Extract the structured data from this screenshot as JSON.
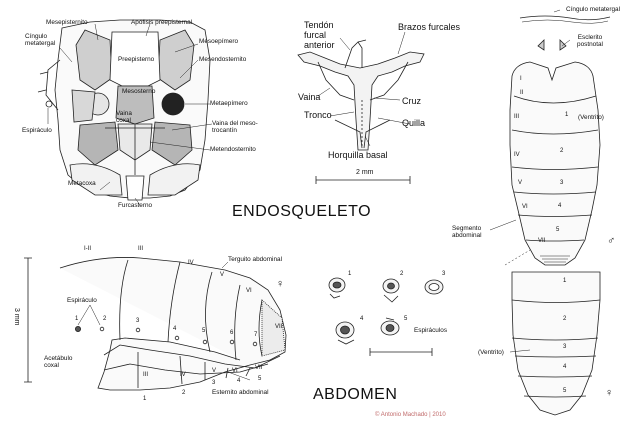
{
  "titles": {
    "endoskeleton": "ENDOSQUELETO",
    "abdomen": "ABDOMEN"
  },
  "credit": "© Antonio Machado | 2010",
  "thorax": {
    "labels": [
      "Mesepisternito",
      "Apófisis preepisternal",
      "Cíngulo metatergal",
      "Mesoepímero",
      "Preepisterno",
      "Mesendosternito",
      "Mesosterno",
      "Metaepímero",
      "Espiráculo",
      "Vaina coxal",
      "Vaina del meso-trocantín",
      "Metendosternito",
      "Metacoxa",
      "Furcasterno"
    ]
  },
  "furca": {
    "labels": [
      "Tendón furcal anterior",
      "Brazos furcales",
      "Vaina",
      "Cruz",
      "Tronco",
      "Quilla",
      "Horquilla basal"
    ],
    "scale": "2 mm"
  },
  "male": {
    "labels": [
      "Cíngulo metatergal",
      "Esclerito postnotal",
      "(Ventrito)",
      "Segmento abdominal"
    ],
    "roman": [
      "I",
      "II",
      "III",
      "IV",
      "V",
      "VI",
      "VII"
    ],
    "numbers": [
      "1",
      "2",
      "3",
      "4",
      "5"
    ],
    "sex": "♂"
  },
  "side": {
    "terga": [
      "I-II",
      "III",
      "IV",
      "V",
      "VI",
      "VII"
    ],
    "labels": [
      "Terguito abdominal",
      "Espiráculo",
      "Acetábulo coxal",
      "Esternito abdominal"
    ],
    "scale": "3 mm",
    "spiracle_numbers": [
      "1",
      "2",
      "3",
      "4",
      "5",
      "6",
      "7"
    ],
    "sterna": [
      "III",
      "IV",
      "V",
      "VI",
      "VII"
    ],
    "sterna_numbers": [
      "1",
      "2",
      "3",
      "4",
      "5"
    ],
    "sex": "♀"
  },
  "spiracles": {
    "numbers": [
      "1",
      "2",
      "3",
      "4",
      "5"
    ],
    "label": "Espiráculos"
  },
  "female": {
    "labels": [
      "(Ventrito)"
    ],
    "numbers": [
      "1",
      "2",
      "3",
      "4",
      "5"
    ],
    "sex": "♀"
  }
}
